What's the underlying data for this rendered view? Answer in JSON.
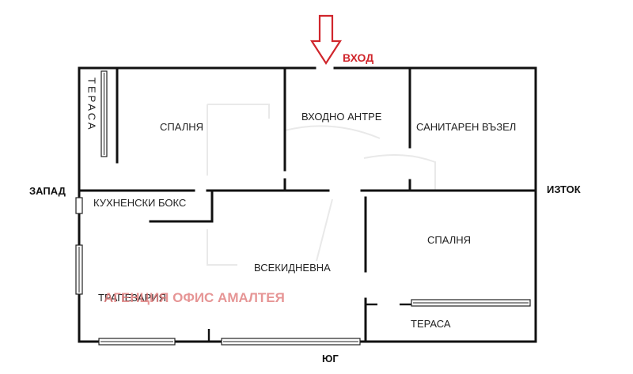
{
  "colors": {
    "accent": "#d0262c",
    "wall": "#111111",
    "watermark": "#e07b7b"
  },
  "entrance": {
    "label": "ВХОД",
    "icon": "arrow-down-icon"
  },
  "directions": {
    "west": "ЗАПАД",
    "east": "ИЗТОК",
    "south": "ЮГ"
  },
  "rooms": {
    "terrace_west": "ТЕРАСА",
    "bedroom_1": "СПАЛНЯ",
    "entrance_hall": "ВХОДНО АНТРЕ",
    "bathroom": "САНИТАРЕН ВЪЗЕЛ",
    "kitchen": "КУХНЕНСКИ БОКС",
    "living_room": "ВСЕКИДНЕВНА",
    "dining": "ТРАПЕЗАРИЯ",
    "bedroom_2": "СПАЛНЯ",
    "terrace_south": "ТЕРАСА"
  },
  "watermark": {
    "text": "АГЕНЦИЯ ОФИС АМАЛТЕЯ"
  }
}
